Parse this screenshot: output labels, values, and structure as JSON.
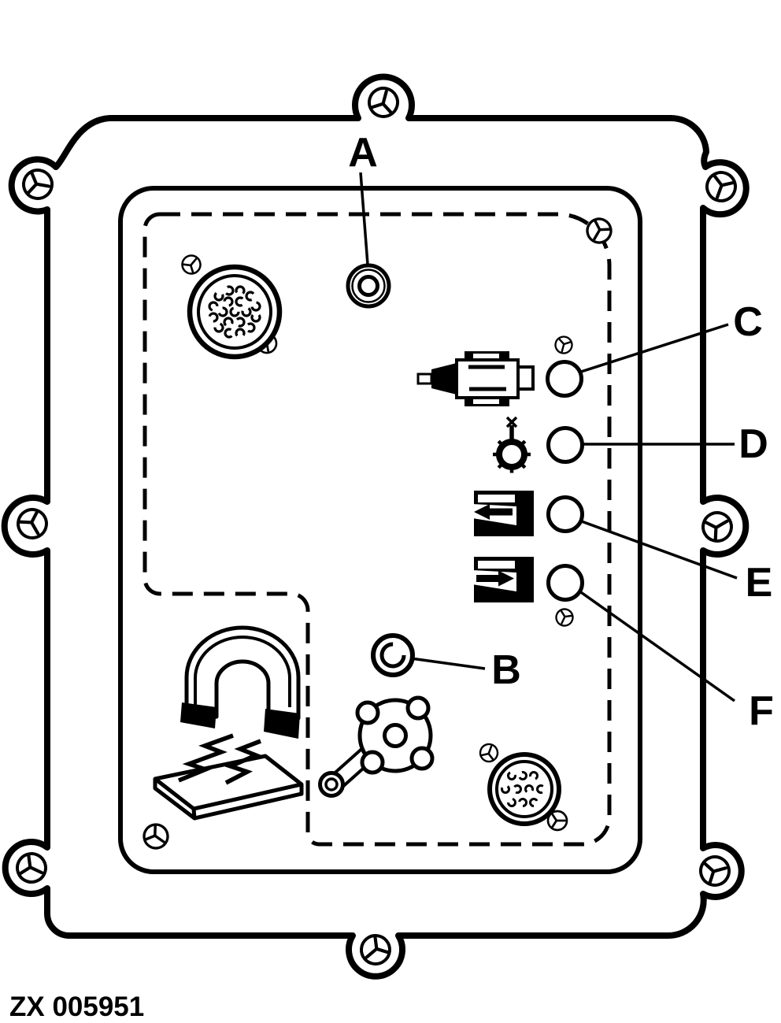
{
  "colors": {
    "line": "#000000",
    "background": "#ffffff"
  },
  "figure_number": "ZX 005951",
  "callouts": {
    "a": {
      "label": "A"
    },
    "b": {
      "label": "B"
    },
    "c": {
      "label": "C"
    },
    "d": {
      "label": "D"
    },
    "e": {
      "label": "E"
    },
    "f": {
      "label": "F"
    }
  },
  "icons": {
    "screw_head": "round-screw-with-propeller-recess",
    "connector_large": "19-pin-round-connector",
    "connector_small": "10-pin-round-connector",
    "solenoid": "solenoid-motor-side-view",
    "valve": "toothed-ring-valve-with-stem-and-x",
    "flag_arrow_left": "black-flag-left-arrow",
    "flag_arrow_right": "black-flag-right-arrow",
    "magnet": "horseshoe-magnet-over-plate-with-sparks",
    "cutter": "rotary-blade-with-link-arm"
  }
}
